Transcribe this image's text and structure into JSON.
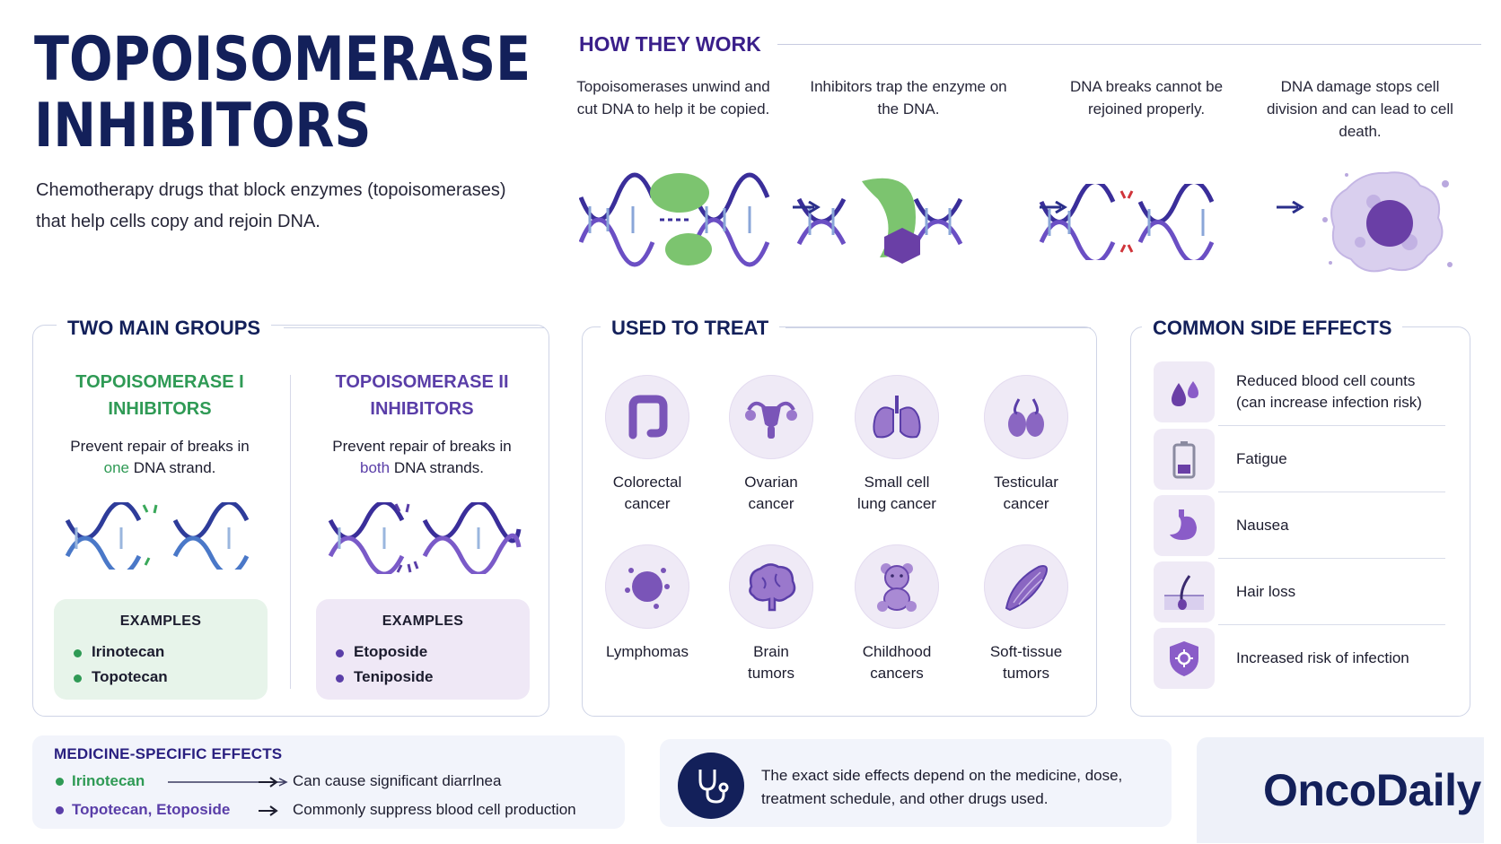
{
  "title": {
    "line1": "TOPOISOMERASE",
    "line2": "INHIBITORS"
  },
  "subtitle": "Chemotherapy drugs that block enzymes (topoisomerases) that help cells copy and rejoin DNA.",
  "how": {
    "heading": "HOW THEY WORK",
    "steps": [
      "Topoisomerases unwind and cut DNA to help it be copied.",
      "Inhibitors trap the enzyme on the DNA.",
      "DNA breaks cannot be rejoined properly.",
      "DNA damage stops cell division and can lead to cell death."
    ]
  },
  "groups": {
    "heading": "TWO MAIN GROUPS",
    "g1": {
      "line1": "TOPOISOMERASE I",
      "line2": "INHIBITORS",
      "desc_a": "Prevent repair of breaks in",
      "desc_hl": "one",
      "desc_b": " DNA strand.",
      "examples_label": "EXAMPLES",
      "examples": [
        "Irinotecan",
        "Topotecan"
      ]
    },
    "g2": {
      "line1": "TOPOISOMERASE II",
      "line2": "INHIBITORS",
      "desc_a": "Prevent repair of breaks in",
      "desc_hl": "both",
      "desc_b": " DNA strands.",
      "examples_label": "EXAMPLES",
      "examples": [
        "Etoposide",
        "Teniposide"
      ]
    }
  },
  "treat": {
    "heading": "USED TO TREAT",
    "items": [
      {
        "l1": "Colorectal",
        "l2": "cancer",
        "icon": "colon-icon"
      },
      {
        "l1": "Ovarian",
        "l2": "cancer",
        "icon": "uterus-icon"
      },
      {
        "l1": "Small cell",
        "l2": "lung cancer",
        "icon": "lungs-icon"
      },
      {
        "l1": "Testicular",
        "l2": "cancer",
        "icon": "testes-icon"
      },
      {
        "l1": "Lymphomas",
        "l2": "",
        "icon": "lymph-cell-icon"
      },
      {
        "l1": "Brain",
        "l2": "tumors",
        "icon": "brain-icon"
      },
      {
        "l1": "Childhood",
        "l2": "cancers",
        "icon": "teddy-bear-icon"
      },
      {
        "l1": "Soft-tissue",
        "l2": "tumors",
        "icon": "muscle-icon"
      }
    ]
  },
  "side": {
    "heading": "COMMON SIDE EFFECTS",
    "items": [
      {
        "l1": "Reduced blood cell counts",
        "l2": "(can increase infection risk)",
        "icon": "blood-drops-icon"
      },
      {
        "l1": "Fatigue",
        "l2": "",
        "icon": "battery-icon"
      },
      {
        "l1": "Nausea",
        "l2": "",
        "icon": "stomach-icon"
      },
      {
        "l1": "Hair loss",
        "l2": "",
        "icon": "hair-follicle-icon"
      },
      {
        "l1": "Increased risk of infection",
        "l2": "",
        "icon": "shield-virus-icon"
      }
    ]
  },
  "medicine": {
    "heading": "MEDICINE-SPECIFIC EFFECTS",
    "rows": [
      {
        "drug": "Irinotecan",
        "effect": "Can cause significant diarrlnea"
      },
      {
        "drug": "Topotecan, Etoposide",
        "effect": "Commonly suppress blood cell production"
      }
    ]
  },
  "note": "The exact side effects depend on the medicine, dose, treatment schedule, and other drugs used.",
  "brand": "OncoDaily",
  "colors": {
    "navy": "#13205a",
    "purple": "#5a3ea8",
    "green": "#2f9a55",
    "lavender": "#efeaf6"
  }
}
